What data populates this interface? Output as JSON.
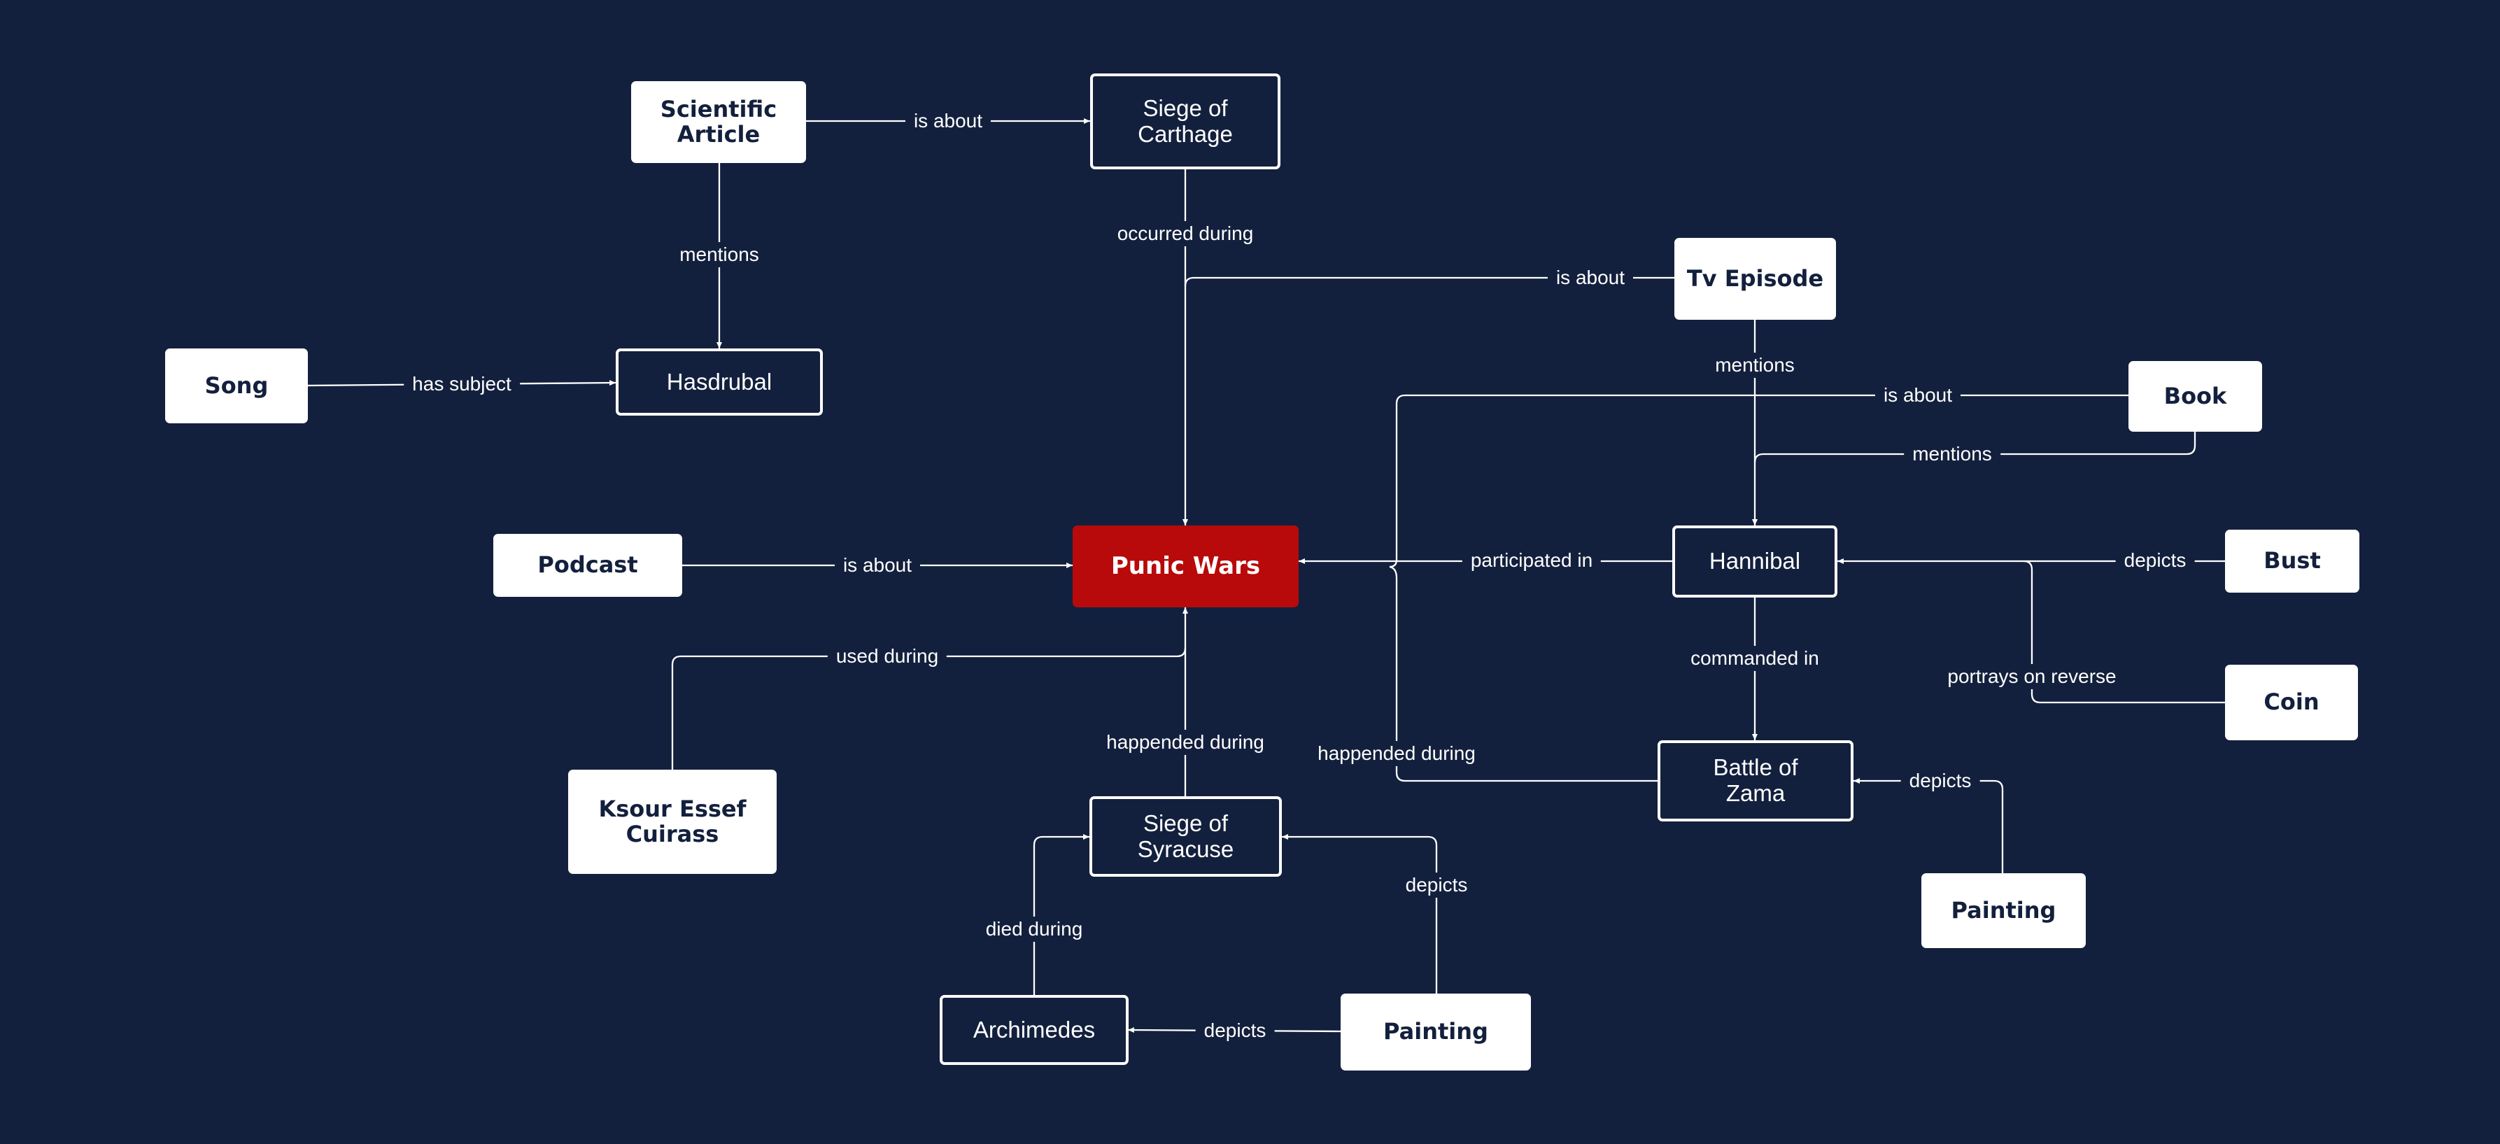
{
  "colors": {
    "background": "#13203d",
    "focus_node": "#b80a0a",
    "class_node": "#ffffff",
    "edge": "#ffffff"
  },
  "nodes": {
    "punic_wars": "Punic Wars",
    "siege_of_carthage": "Siege of\nCarthage",
    "scientific_article": "Scientific\nArticle",
    "hasdrubal": "Hasdrubal",
    "song": "Song",
    "tv_episode": "Tv Episode",
    "book": "Book",
    "hannibal": "Hannibal",
    "bust": "Bust",
    "coin": "Coin",
    "podcast": "Podcast",
    "ksour_essef_cuirass": "Ksour Essef\nCuirass",
    "siege_of_syracuse": "Siege of\nSyracuse",
    "battle_of_zama": "Battle of\nZama",
    "archimedes": "Archimedes",
    "painting_syracuse": "Painting",
    "painting_zama": "Painting"
  },
  "edges": {
    "article_carthage": "is about",
    "article_hasdrubal": "mentions",
    "song_hasdrubal": "has subject",
    "carthage_punic": "occurred during",
    "tv_punic": "is about",
    "tv_hannibal": "mentions",
    "book_punic": "is about",
    "book_hannibal": "mentions",
    "podcast_punic": "is about",
    "hannibal_punic": "participated in",
    "bust_hannibal": "depicts",
    "hannibal_zama": "commanded in",
    "coin_hannibal": "portrays on reverse",
    "cuirass_punic": "used during",
    "syracuse_punic": "happended during",
    "zama_punic": "happended during",
    "painting_zama": "depicts",
    "painting_syracuse": "depicts",
    "archimedes_syracuse": "died during",
    "painting_archimedes": "depicts"
  }
}
